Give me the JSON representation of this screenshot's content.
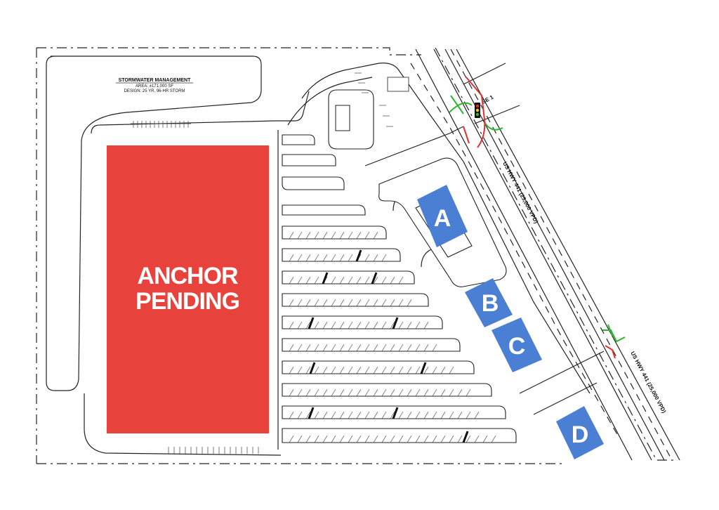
{
  "stormwater": {
    "title": "STORMWATER MANAGEMENT",
    "area": "AREA: ±171,000 SF",
    "design": "DESIGN: 25 YR, 96-HR STORM"
  },
  "anchor": {
    "line1": "ANCHOR",
    "line2": "PENDING",
    "color": "#e8423d"
  },
  "pads": [
    {
      "label": "A"
    },
    {
      "label": "B"
    },
    {
      "label": "C"
    },
    {
      "label": "D"
    }
  ],
  "pad_color": "#4a7fd4",
  "roads": {
    "highway_upper": "US HWY 441 (25,000 VPD)",
    "highway_lower": "US HWY 441 (25,000 VPD)",
    "side_street": "SE 1"
  },
  "access_arrow_color_in": "#2fb52f",
  "access_arrow_color_out": "#e03030",
  "icons": {
    "traffic_signal": "traffic-light-icon"
  }
}
